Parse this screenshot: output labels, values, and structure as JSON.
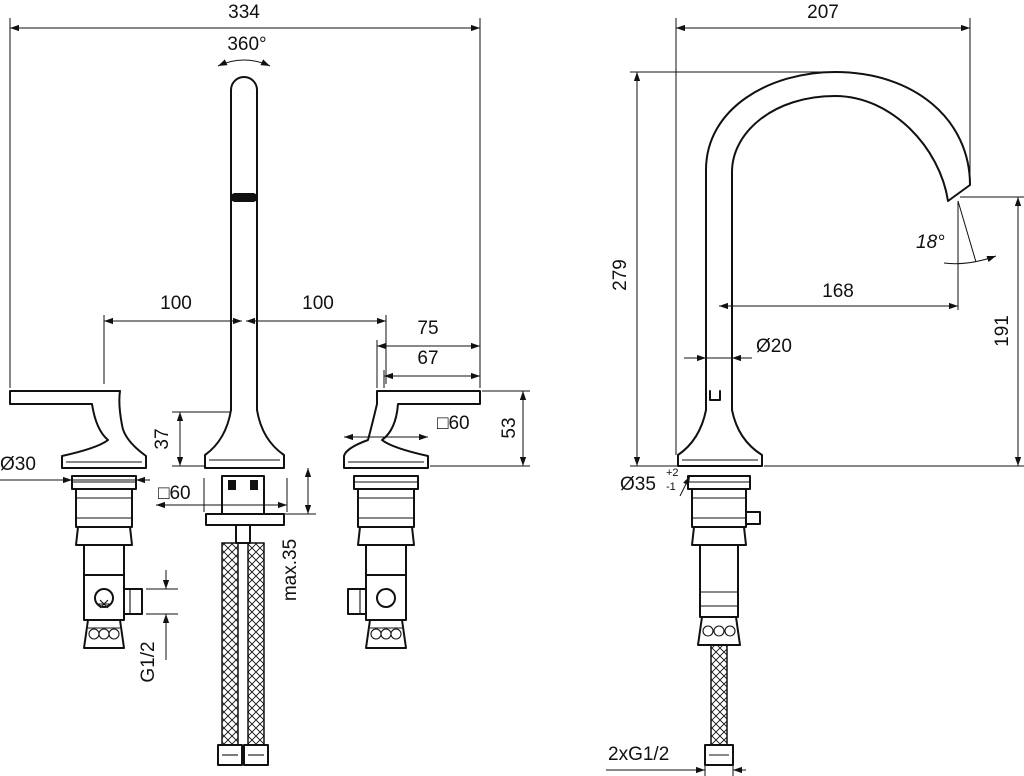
{
  "dimensions": {
    "overall_width": "334",
    "rotation": "360°",
    "spacing_left": "100",
    "spacing_right": "100",
    "handle_outer": "75",
    "handle_inner": "67",
    "square_60_right": "□60",
    "handle_height": "53",
    "base_height": "37",
    "dia_30": "Ø30",
    "square_60_left": "□60",
    "max_35": "max.35",
    "g_half": "G1/2",
    "spout_width": "207",
    "spout_height": "279",
    "spout_angle": "18°",
    "spout_reach": "168",
    "outlet_height": "191",
    "dia_20": "Ø20",
    "dia_35": "Ø35",
    "tol_plus": "+2",
    "tol_minus": "-1",
    "connection": "2xG1/2"
  }
}
